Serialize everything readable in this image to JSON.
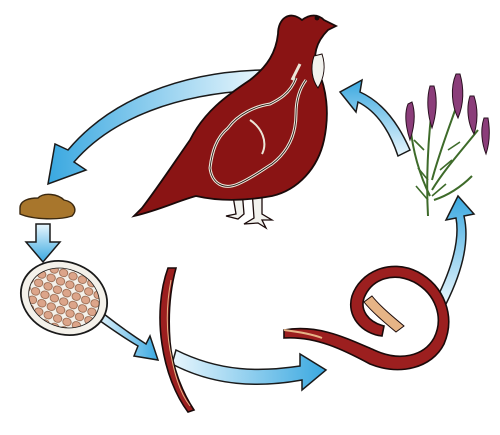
{
  "diagram": {
    "colors": {
      "background": "#ffffff",
      "arrow_fill_dark": "#3aa8e0",
      "arrow_fill_light": "#e8f6fd",
      "arrow_stroke": "#1a1a1a",
      "bird_body": "#8a1414",
      "bird_outline": "#1a0a0a",
      "bird_inner_line": "#ece6d8",
      "dropping": "#a8762c",
      "egg": "#dca58a",
      "egg_capsule": "#f4f1ea",
      "worm": "#9c1f1f",
      "worm_light": "#e6b486",
      "heather_flower": "#8b3d7a",
      "heather_leaf": "#3e6b2a"
    },
    "stages": [
      {
        "id": "host-bird",
        "icon": "grouse-icon"
      },
      {
        "id": "dropping",
        "icon": "dropping-icon"
      },
      {
        "id": "eggs",
        "icon": "egg-capsule-icon"
      },
      {
        "id": "larva",
        "icon": "larva-worm-icon"
      },
      {
        "id": "coiled-larva",
        "icon": "coiled-worm-icon"
      },
      {
        "id": "heather",
        "icon": "heather-plant-icon"
      }
    ]
  }
}
